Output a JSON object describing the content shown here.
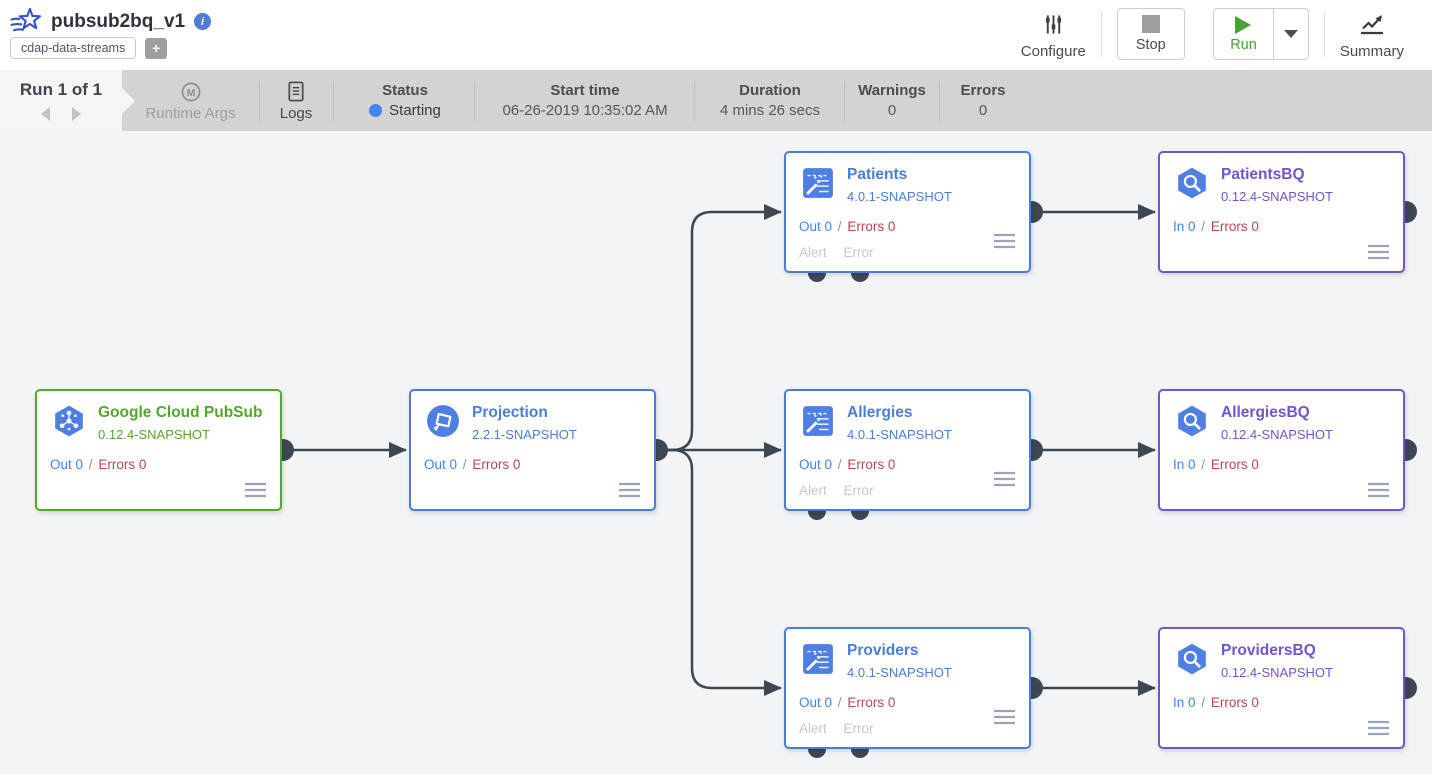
{
  "header": {
    "title": "pubsub2bq_v1",
    "info_glyph": "i",
    "namespace_tag": "cdap-data-streams",
    "add_tag_label": "+",
    "toolbar": {
      "configure_label": "Configure",
      "stop_label": "Stop",
      "run_label": "Run",
      "summary_label": "Summary"
    }
  },
  "run_bar": {
    "run_counter": "Run 1 of 1",
    "runtime_args_label": "Runtime Args",
    "runtime_args_monogram": "M",
    "logs_label": "Logs",
    "status": {
      "label": "Status",
      "value": "Starting",
      "dot_color": "#4285f4"
    },
    "start_time": {
      "label": "Start time",
      "value": "06-26-2019 10:35:02 AM"
    },
    "duration": {
      "label": "Duration",
      "value": "4 mins 26 secs"
    },
    "warnings": {
      "label": "Warnings",
      "value": "0"
    },
    "errors": {
      "label": "Errors",
      "value": "0"
    }
  },
  "strings": {
    "metrics_separator": "/",
    "alert_port_label": "Alert",
    "error_port_label": "Error"
  },
  "pipeline": {
    "nodes": [
      {
        "name": "Google Cloud PubSub",
        "version": "0.12.4-SNAPSHOT",
        "type": "source",
        "icon": "pubsub-icon",
        "metric_left": "Out 0",
        "metric_right": "Errors 0"
      },
      {
        "name": "Projection",
        "version": "2.2.1-SNAPSHOT",
        "type": "transform",
        "icon": "projection-icon",
        "metric_left": "Out 0",
        "metric_right": "Errors 0"
      },
      {
        "name": "Patients",
        "version": "4.0.1-SNAPSHOT",
        "type": "transform",
        "icon": "wrangler-icon",
        "metric_left": "Out 0",
        "metric_right": "Errors 0",
        "has_alert_error_ports": true
      },
      {
        "name": "Allergies",
        "version": "4.0.1-SNAPSHOT",
        "type": "transform",
        "icon": "wrangler-icon",
        "metric_left": "Out 0",
        "metric_right": "Errors 0",
        "has_alert_error_ports": true
      },
      {
        "name": "Providers",
        "version": "4.0.1-SNAPSHOT",
        "type": "transform",
        "icon": "wrangler-icon",
        "metric_left": "Out 0",
        "metric_right": "Errors 0",
        "has_alert_error_ports": true
      },
      {
        "name": "PatientsBQ",
        "version": "0.12.4-SNAPSHOT",
        "type": "sink",
        "icon": "bigquery-icon",
        "metric_left": "In 0",
        "metric_right": "Errors 0"
      },
      {
        "name": "AllergiesBQ",
        "version": "0.12.4-SNAPSHOT",
        "type": "sink",
        "icon": "bigquery-icon",
        "metric_left": "In 0",
        "metric_right": "Errors 0"
      },
      {
        "name": "ProvidersBQ",
        "version": "0.12.4-SNAPSHOT",
        "type": "sink",
        "icon": "bigquery-icon",
        "metric_left": "In 0",
        "metric_right": "Errors 0"
      }
    ],
    "connections": [
      {
        "from": "Google Cloud PubSub",
        "to": "Projection"
      },
      {
        "from": "Projection",
        "to": "Patients"
      },
      {
        "from": "Projection",
        "to": "Allergies"
      },
      {
        "from": "Projection",
        "to": "Providers"
      },
      {
        "from": "Patients",
        "to": "PatientsBQ"
      },
      {
        "from": "Allergies",
        "to": "AllergiesBQ"
      },
      {
        "from": "Providers",
        "to": "ProvidersBQ"
      }
    ]
  },
  "colors": {
    "source_green": "#55a62c",
    "transform_blue": "#4a7dd8",
    "sink_purple": "#7254cc",
    "metric_blue": "#3f83f4",
    "metric_red": "#b9484e",
    "edge_dark": "#3e4855",
    "status_dot_blue": "#4285f4",
    "run_green": "#44a335",
    "canvas_bg": "#f3f4f5",
    "run_bar_bg": "#d3d3d3"
  }
}
